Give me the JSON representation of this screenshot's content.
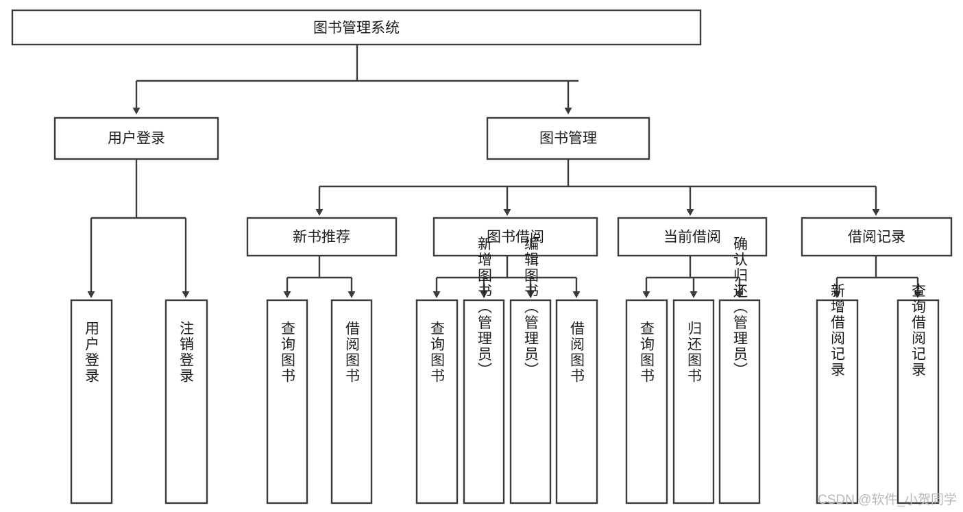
{
  "diagram": {
    "title": "图书管理系统",
    "type": "hierarchy-tree",
    "orientation": "top-down",
    "colors": {
      "box_fill": "#ffffff",
      "box_stroke": "#3b3b3b",
      "connector": "#3b3b3b",
      "text": "#1d1d1d",
      "watermark": "#b9b9b9",
      "background": "#ffffff"
    },
    "levels": {
      "root": {
        "label": "图书管理系统",
        "orientation": "horizontal"
      },
      "level2": [
        {
          "label": "用户登录",
          "orientation": "horizontal"
        },
        {
          "label": "图书管理",
          "orientation": "horizontal"
        }
      ],
      "level3": [
        {
          "label": "新书推荐",
          "orientation": "horizontal",
          "parent": "图书管理"
        },
        {
          "label": "图书借阅",
          "orientation": "horizontal",
          "parent": "图书管理"
        },
        {
          "label": "当前借阅",
          "orientation": "horizontal",
          "parent": "图书管理"
        },
        {
          "label": "借阅记录",
          "orientation": "horizontal",
          "parent": "图书管理"
        }
      ],
      "leaves": [
        {
          "label": "用户登录",
          "orientation": "vertical",
          "parent": "用户登录"
        },
        {
          "label": "注销登录",
          "orientation": "vertical",
          "parent": "用户登录"
        },
        {
          "label": "查询图书",
          "orientation": "vertical",
          "parent": "新书推荐"
        },
        {
          "label": "借阅图书",
          "orientation": "vertical",
          "parent": "新书推荐"
        },
        {
          "label": "查询图书",
          "orientation": "vertical",
          "parent": "图书借阅"
        },
        {
          "label": "新增图书（管理员）",
          "orientation": "vertical",
          "parent": "图书借阅"
        },
        {
          "label": "编辑图书（管理员）",
          "orientation": "vertical",
          "parent": "图书借阅"
        },
        {
          "label": "借阅图书",
          "orientation": "vertical",
          "parent": "图书借阅"
        },
        {
          "label": "查询图书",
          "orientation": "vertical",
          "parent": "当前借阅"
        },
        {
          "label": "归还图书",
          "orientation": "vertical",
          "parent": "当前借阅"
        },
        {
          "label": "确认归还（管理员）",
          "orientation": "vertical",
          "parent": "当前借阅"
        },
        {
          "label": "新增借阅记录",
          "orientation": "vertical",
          "parent": "借阅记录"
        },
        {
          "label": "查询借阅记录",
          "orientation": "vertical",
          "parent": "借阅记录"
        }
      ]
    }
  },
  "watermark": {
    "text": "CSDN @软件_小贺同学"
  }
}
